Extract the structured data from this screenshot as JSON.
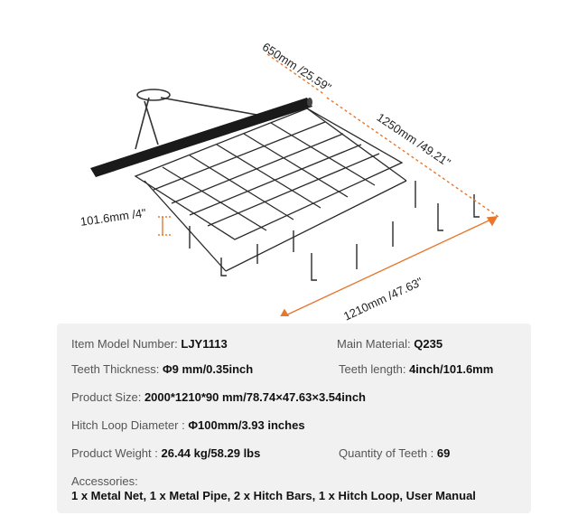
{
  "dimensions": {
    "width": "650mm /25.59\"",
    "length": "1250mm /49.21\"",
    "bottom_width": "1210mm /47.63\"",
    "tooth": "101.6mm /4\""
  },
  "specs": {
    "model_label": "Item Model Number:",
    "model_value": "LJY1113",
    "material_label": "Main Material:",
    "material_value": "Q235",
    "thickness_label": "Teeth Thickness:",
    "thickness_value": "Φ9 mm/0.35inch",
    "length_label": "Teeth length:",
    "length_value": "4inch/101.6mm",
    "size_label": "Product Size:",
    "size_value": "2000*1210*90 mm/78.74×47.63×3.54inch",
    "hitch_label": "Hitch Loop Diameter :",
    "hitch_value": "Φ100mm/3.93 inches",
    "weight_label": "Product Weight :",
    "weight_value": "26.44 kg/58.29 lbs",
    "quantity_label": "Quantity of Teeth :",
    "quantity_value": "69",
    "accessories_label": "Accessories:",
    "accessories_value": "1 x Metal Net, 1 x Metal Pipe, 2 x Hitch Bars, 1 x Hitch Loop, User Manual"
  },
  "colors": {
    "accent": "#e8772e",
    "panel": "#f1f1f1"
  }
}
